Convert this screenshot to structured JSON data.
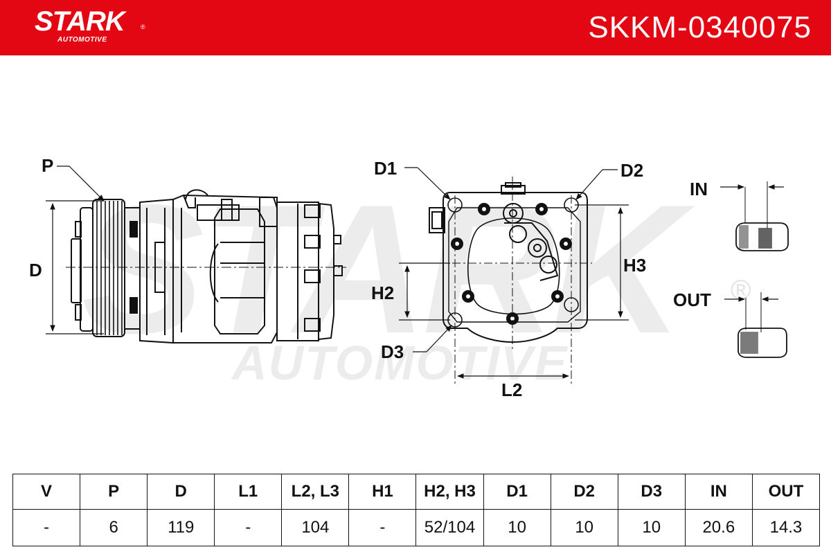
{
  "header": {
    "brand": "STARK",
    "brand_mark": "®",
    "brand_sub": "AUTOMOTIVE",
    "part_number": "SKKM-0340075"
  },
  "watermark": {
    "main": "STARK",
    "sub": "AUTOMOTIVE",
    "mark": "®"
  },
  "labels": {
    "P": "P",
    "D": "D",
    "D1": "D1",
    "D2": "D2",
    "D3": "D3",
    "H2": "H2",
    "H3": "H3",
    "L2": "L2",
    "IN": "IN",
    "OUT": "OUT"
  },
  "colors": {
    "brand_red": "#e30613",
    "line": "#111111",
    "watermark": "#ececec"
  },
  "table": {
    "headers": [
      "V",
      "P",
      "D",
      "L1",
      "L2, L3",
      "H1",
      "H2, H3",
      "D1",
      "D2",
      "D3",
      "IN",
      "OUT"
    ],
    "values": [
      "-",
      "6",
      "119",
      "-",
      "104",
      "-",
      "52/104",
      "10",
      "10",
      "10",
      "20.6",
      "14.3"
    ]
  }
}
